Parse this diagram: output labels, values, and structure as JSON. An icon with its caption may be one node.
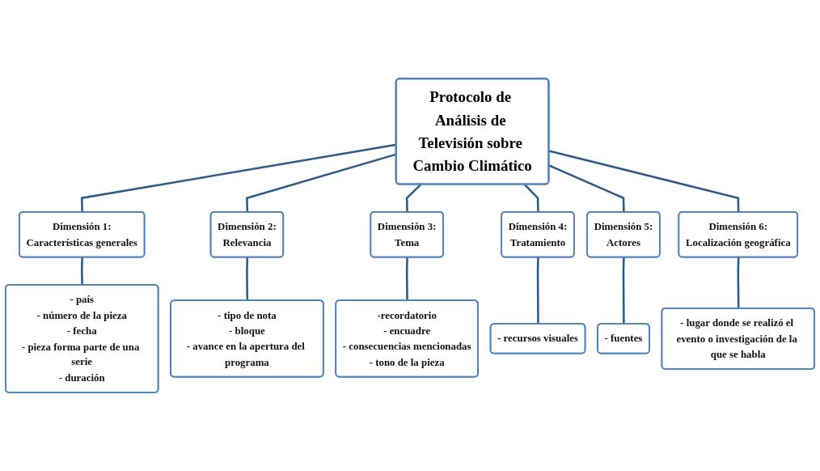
{
  "diagram": {
    "nodes": [
      {
        "text": [
          "Protocolo de Análisis de Televisión sobre Cambio Climático"
        ]
      },
      {
        "text": [
          "Dimensión 1:",
          "Características generales"
        ]
      },
      {
        "text": [
          "Dimensión 2:",
          "Relevancia"
        ]
      },
      {
        "text": [
          "Dimensión 3:",
          "Tema"
        ]
      },
      {
        "text": [
          "Dimensión 4:",
          "Tratamiento"
        ]
      },
      {
        "text": [
          "Dimensión 5:",
          "Actores"
        ]
      },
      {
        "text": [
          "Dimensión 6:",
          "Localización geográfica"
        ]
      },
      {
        "text": [
          "- país",
          "- número de la pieza",
          "- fecha",
          "- pieza forma parte de una serie",
          "- duración"
        ]
      },
      {
        "text": [
          "- tipo de nota",
          "- bloque",
          "- avance en la apertura del programa"
        ]
      },
      {
        "text": [
          "-recordatorio",
          "- encuadre",
          "- consecuencias mencionadas",
          "- tono de la pieza"
        ]
      },
      {
        "text": [
          "- recursos visuales"
        ]
      },
      {
        "text": [
          "- fuentes"
        ]
      },
      {
        "text": [
          "- lugar donde se realizó el evento o investigación de la que se habla"
        ]
      }
    ],
    "edges": [
      {
        "from": 0,
        "to": 1,
        "arrow": "none"
      },
      {
        "from": 0,
        "to": 2,
        "arrow": "none"
      },
      {
        "from": 0,
        "to": 3,
        "arrow": "none"
      },
      {
        "from": 0,
        "to": 4,
        "arrow": "none"
      },
      {
        "from": 0,
        "to": 5,
        "arrow": "none"
      },
      {
        "from": 0,
        "to": 6,
        "arrow": "none"
      },
      {
        "from": 1,
        "to": 7,
        "arrow": "none"
      },
      {
        "from": 2,
        "to": 8,
        "arrow": "none"
      },
      {
        "from": 3,
        "to": 9,
        "arrow": "none"
      },
      {
        "from": 4,
        "to": 10,
        "arrow": "none"
      },
      {
        "from": 5,
        "to": 11,
        "arrow": "none"
      },
      {
        "from": 6,
        "to": 12,
        "arrow": "none"
      }
    ]
  }
}
